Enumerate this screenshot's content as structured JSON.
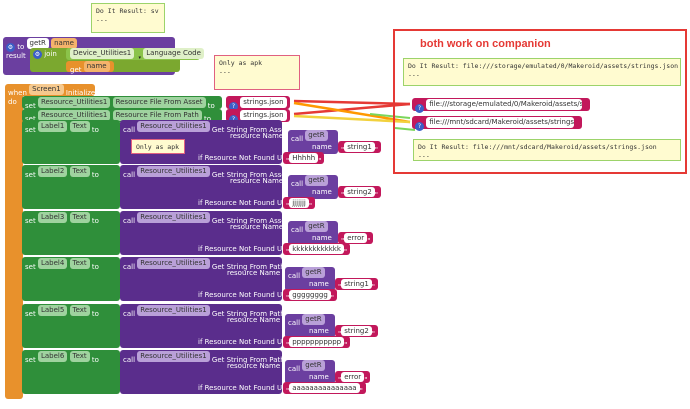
{
  "top_note": {
    "text": "Do It Result: sv\n---"
  },
  "to_block": {
    "to": "to",
    "proc": "getR",
    "param": "name"
  },
  "result_label": "result",
  "join_label": "join",
  "device_comp": "Device_Utilities1",
  "language_code": "Language Code",
  "get_label": "get",
  "get_name": "name",
  "apk_note1": {
    "text": "Only as apk\n---"
  },
  "apk_note2": {
    "text": "Only as apk"
  },
  "when_block": {
    "when": "when",
    "comp": "Screen1",
    "event": "Initialize",
    "do": "do"
  },
  "set_label": "set",
  "to_label": "to",
  "call_label": "call",
  "res_comp": "Resource_Utilities1",
  "prop_asset": "Resource File From Asset",
  "prop_path": "Resource File From Path",
  "strings_json": "strings.json",
  "label_text": "Text",
  "rows": [
    {
      "label": "Label1",
      "method": "Get String From Asset",
      "name": "string1",
      "fallback": "Hhhhh"
    },
    {
      "label": "Label2",
      "method": "Get String From Asset",
      "name": "string2",
      "fallback": "jjjjjjj"
    },
    {
      "label": "Label3",
      "method": "Get String From Asset",
      "name": "error",
      "fallback": "kkkkkkkkkkkk"
    },
    {
      "label": "Label4",
      "method": "Get String From Path",
      "name": "string1",
      "fallback": "gggggggg"
    },
    {
      "label": "Label5",
      "method": "Get String From Path",
      "name": "string2",
      "fallback": "ppppppppppp"
    },
    {
      "label": "Label6",
      "method": "Get String From Path",
      "name": "error",
      "fallback": "aaaaaaaaaaaaaaa"
    }
  ],
  "resource_name_label": "resource Name",
  "not_found_label": "if Resource Not Found Use",
  "getR": "getR",
  "name_param": "name",
  "panel": {
    "title": "both work on companion",
    "note1": "Do It Result: file:///storage/emulated/0/Makeroid/assets/strings.json\n---",
    "path1": "file:///storage/emulated/0/Makeroid/assets/strin...",
    "path2": "file:///mnt/sdcard/Makeroid/assets/strings.json",
    "note2": "Do It Result: file:///mnt/sdcard/Makeroid/assets/strings.json\n---"
  }
}
